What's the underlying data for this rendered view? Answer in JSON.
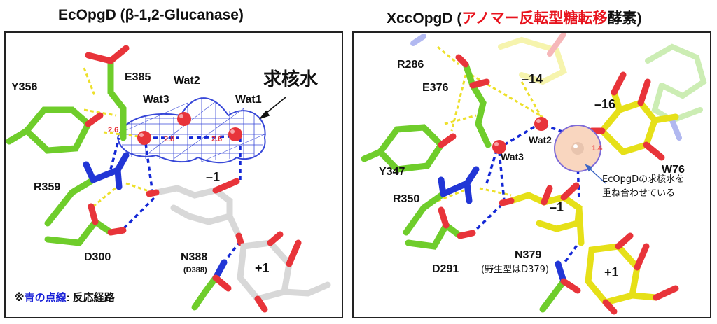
{
  "left": {
    "title": "EcOpgD (β-1,2-Glucanase)",
    "residues": {
      "y356": "Y356",
      "e385": "E385",
      "r359": "R359",
      "d300": "D300",
      "n388": "N388",
      "n388_sub": "(D388)"
    },
    "waters": {
      "wat1": "Wat1",
      "wat2": "Wat2",
      "wat3": "Wat3"
    },
    "nucleophile_label": "求核水",
    "sugars": {
      "minus1": "–1",
      "plus1": "+1"
    },
    "distances": {
      "d1": "2.6",
      "d2": "2.8",
      "d3": "2.6"
    },
    "footnote": {
      "mark": "※",
      "blue_text": "青の点線",
      "rest": ": 反応経路"
    }
  },
  "right": {
    "title_black": "XccOpgD (",
    "title_red": "アノマー反転型糖転移",
    "title_tail": "酵素)",
    "residues": {
      "r286": "R286",
      "e376": "E376",
      "y347": "Y347",
      "r350": "R350",
      "d291": "D291",
      "n379": "N379",
      "n379_sub": "(野生型はD379)",
      "w76": "W76"
    },
    "waters": {
      "wat2": "Wat2",
      "wat3": "Wat3"
    },
    "sugars": {
      "minus14": "–14",
      "minus16": "–16",
      "minus1": "–1",
      "plus1": "+1"
    },
    "distance": "1.4",
    "overlay_note_line1": "EcOpgDの求核水を",
    "overlay_note_line2": "重ね合わせている"
  },
  "colors": {
    "carbon_green": "#6fcd2b",
    "carbon_white": "#d8d8d8",
    "carbon_yellow": "#e6e018",
    "oxygen": "#e8343a",
    "nitrogen": "#2236d6",
    "mesh": "#3848d8",
    "hbond": "#ede02a",
    "path": "#1428d6",
    "title_red": "#e8141e"
  }
}
